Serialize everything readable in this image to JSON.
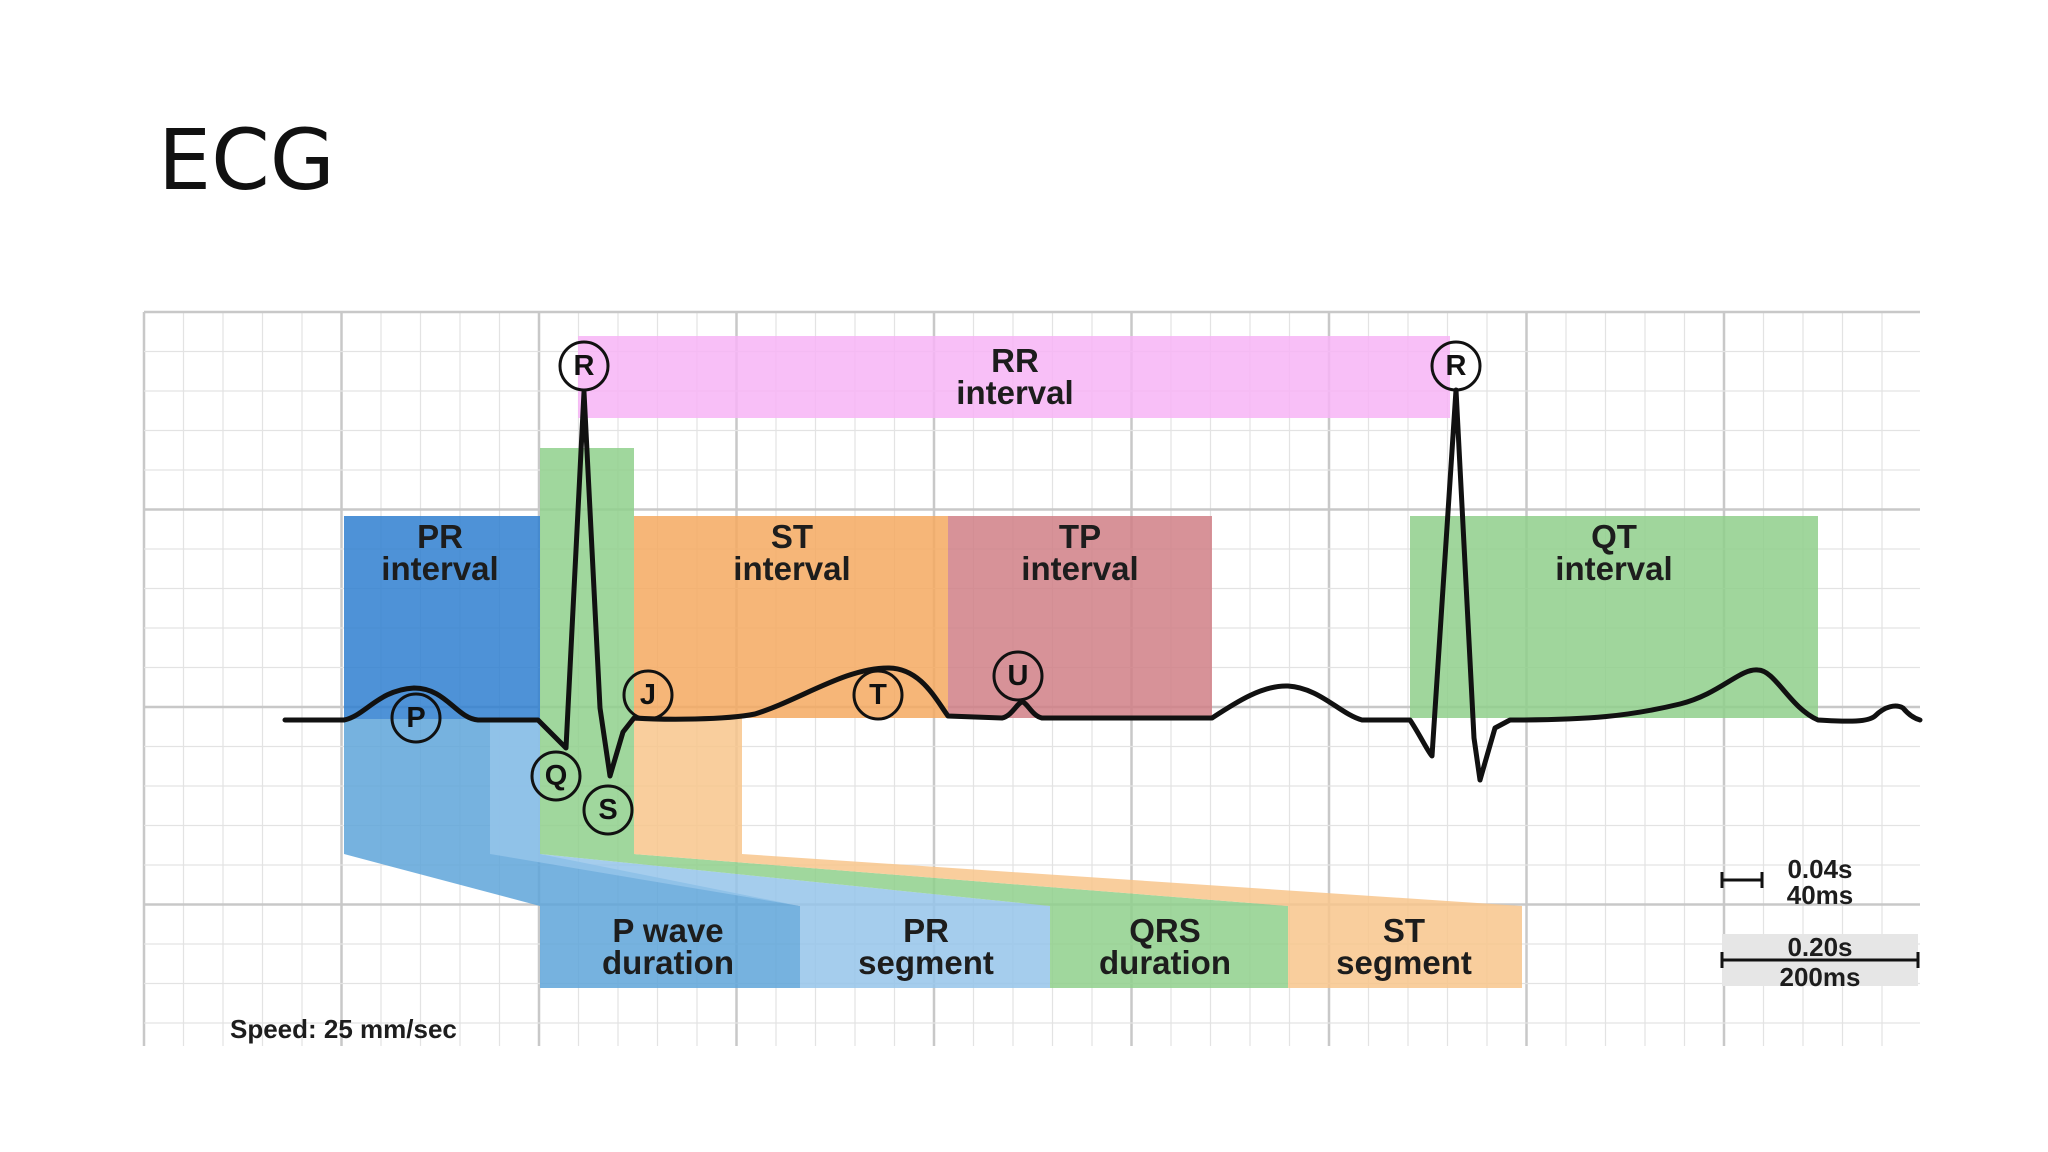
{
  "slide": {
    "title": "ECG"
  },
  "figure": {
    "colors": {
      "pr": "#2f7fd0",
      "rr": "#f7b4f6",
      "st": "#f5a960",
      "tp": "#d07f86",
      "qt": "#8fcf8b",
      "qrs": "#8fd08c",
      "p_wave": "#5ea4d9",
      "pr_segment": "#95c4ea",
      "st_segment": "#f8c58c",
      "grid_major": "#c8c8c8",
      "grid_minor": "#e3e3e3",
      "trace": "#111111"
    },
    "intervals": {
      "rr": [
        "RR",
        "interval"
      ],
      "pr": [
        "PR",
        "interval"
      ],
      "st": [
        "ST",
        "interval"
      ],
      "tp": [
        "TP",
        "interval"
      ],
      "qt": [
        "QT",
        "interval"
      ]
    },
    "segments": {
      "p_wave_duration": [
        "P wave",
        "duration"
      ],
      "pr_segment": [
        "PR",
        "segment"
      ],
      "qrs_duration": [
        "QRS",
        "duration"
      ],
      "st_segment": [
        "ST",
        "segment"
      ]
    },
    "wave_labels": {
      "r1": "R",
      "r2": "R",
      "p": "P",
      "q": "Q",
      "s": "S",
      "j": "J",
      "t": "T",
      "u": "U"
    },
    "scale": {
      "small": [
        "0.04s",
        "40ms"
      ],
      "large": [
        "0.20s",
        "200ms"
      ]
    },
    "speed": "Speed: 25 mm/sec"
  }
}
